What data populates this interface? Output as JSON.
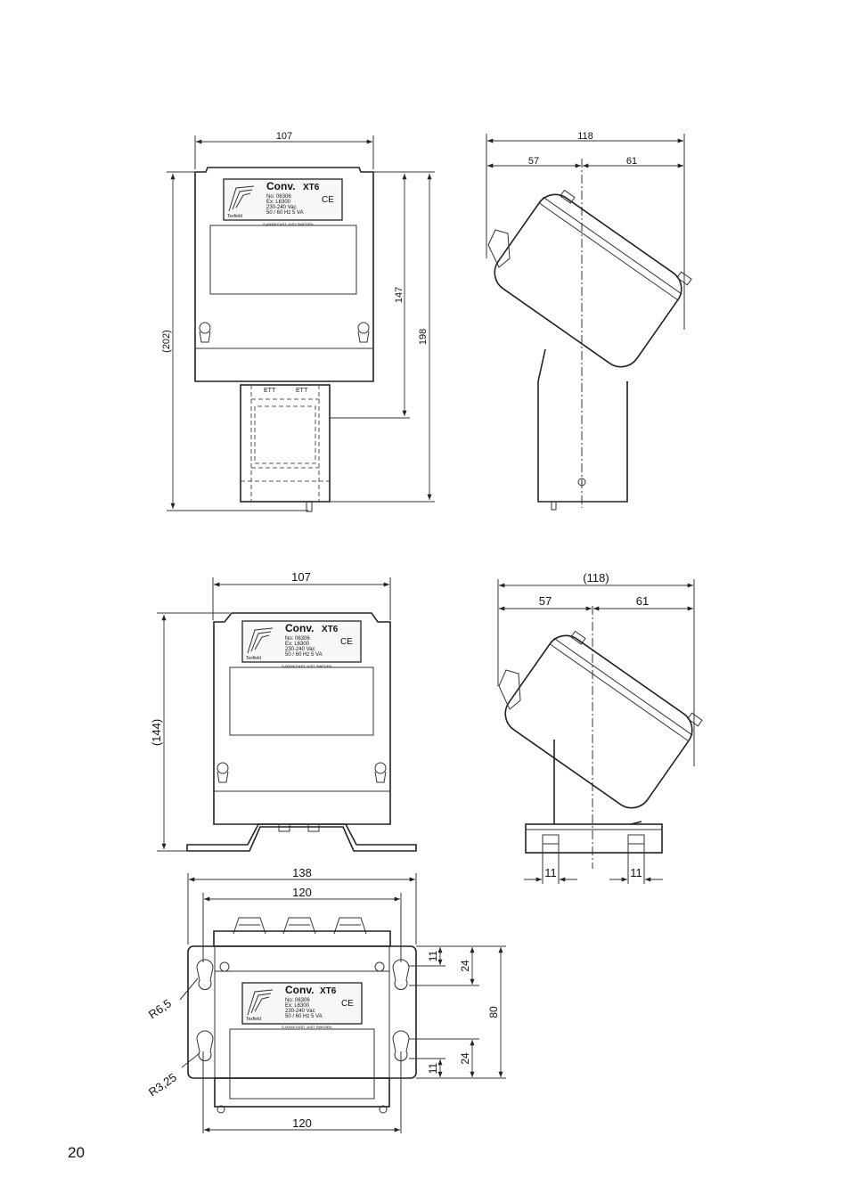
{
  "label": {
    "brand": "Conv.",
    "model": "XT6",
    "line1": "No: 06306",
    "line2": "Ex: L6300",
    "line3": "230-240 Vac",
    "line4": "50 / 60 Hz   5 VA",
    "ce": "CE",
    "maker": "Texfield",
    "address": "S-00000 EAST JUST SWEDEN"
  },
  "view1": {
    "width": "107",
    "height_outer": "(202)",
    "height_mid": "147",
    "height_total": "198"
  },
  "view2": {
    "width_total": "118",
    "width_left": "57",
    "width_right": "61"
  },
  "view3": {
    "width": "107",
    "height": "(144)"
  },
  "view4": {
    "width_total": "(118)",
    "width_left": "57",
    "width_right": "61",
    "slot_left": "11",
    "slot_right": "11"
  },
  "view5": {
    "width_outer": "138",
    "width_inner": "120",
    "width_bottom": "120",
    "radius_large": "R6,5",
    "radius_small": "R3,25",
    "dim_top_small": "11",
    "dim_top_mid": "24",
    "dim_total": "80",
    "dim_bottom_mid": "24",
    "dim_bottom_small": "11"
  },
  "page": {
    "number": "20"
  }
}
